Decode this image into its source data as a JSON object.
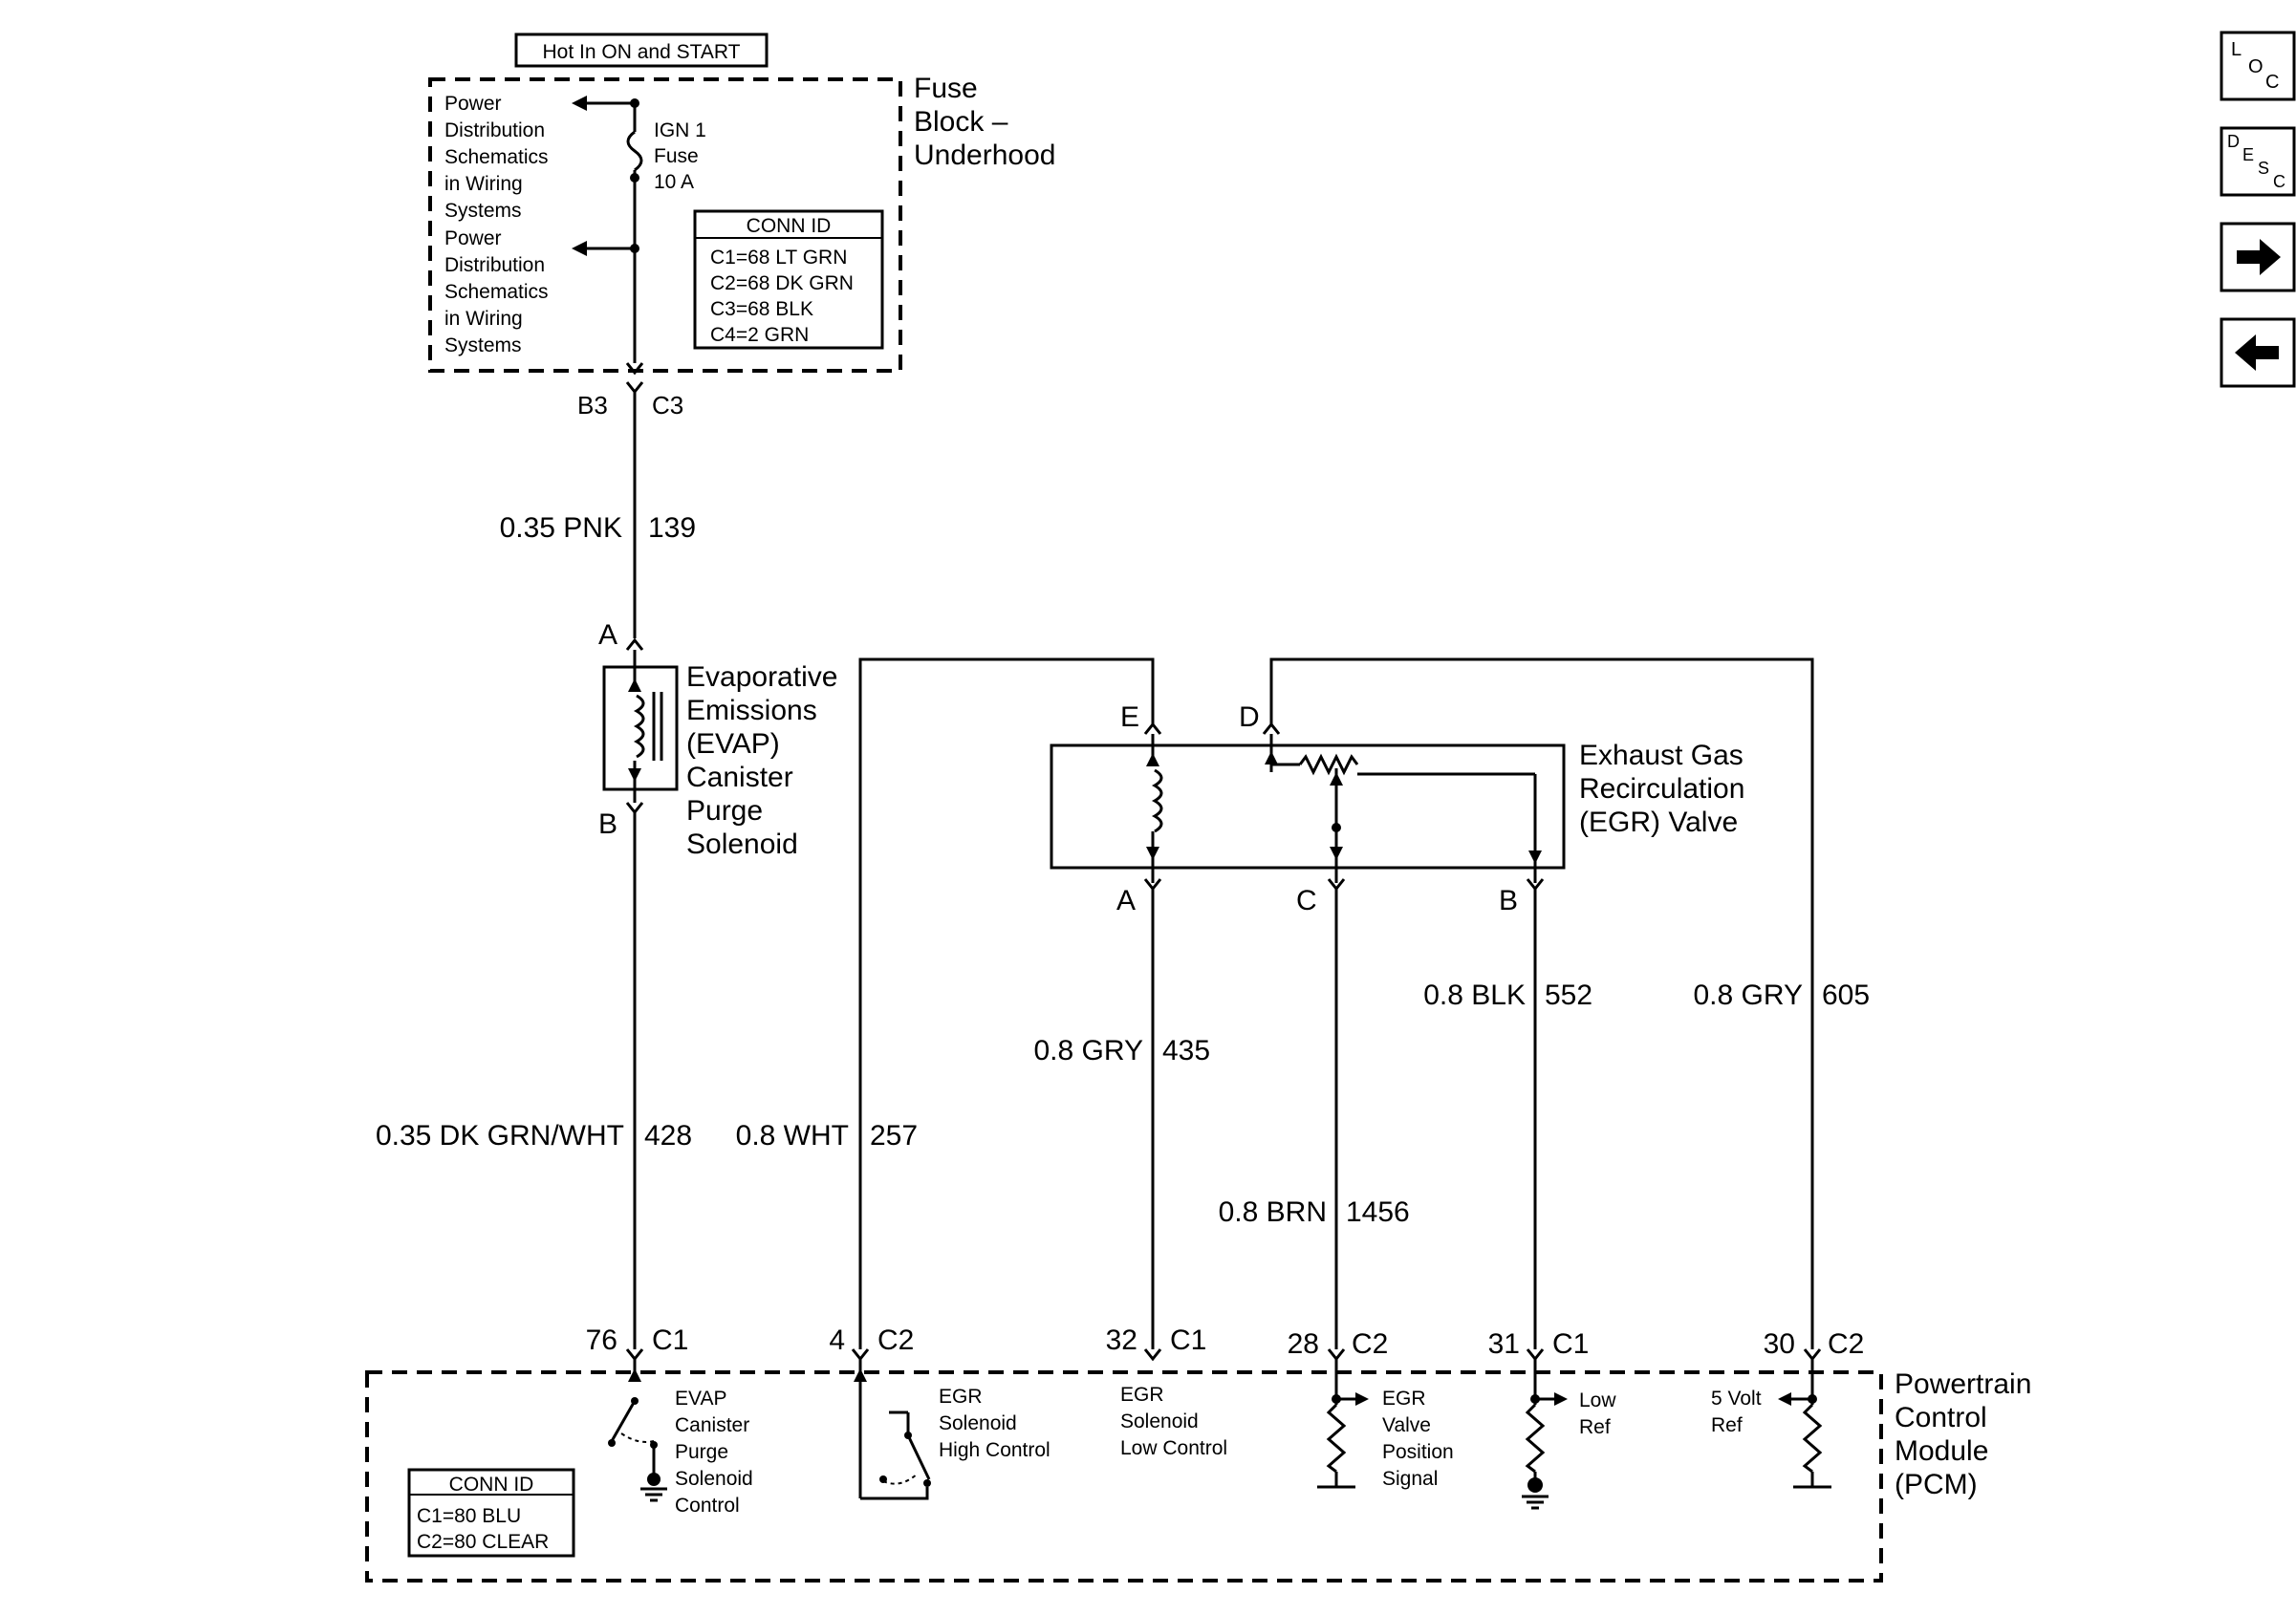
{
  "fuse_block": {
    "hot_label": "Hot In ON and START",
    "title_lines": [
      "Fuse",
      "Block –",
      "Underhood"
    ],
    "pd_top_lines": [
      "Power",
      "Distribution",
      "Schematics",
      "in Wiring",
      "Systems"
    ],
    "pd_bottom_lines": [
      "Power",
      "Distribution",
      "Schematics",
      "in Wiring",
      "Systems"
    ],
    "fuse_lines": [
      "IGN 1",
      "Fuse",
      "10 A"
    ],
    "conn_id": {
      "header": "CONN ID",
      "rows": [
        "C1=68 LT GRN",
        "C2=68 DK GRN",
        "C3=68 BLK",
        "C4=2 GRN"
      ]
    },
    "out_pin": "B3",
    "out_conn": "C3"
  },
  "wires": {
    "w139": {
      "gauge_color": "0.35 PNK",
      "circuit": "139"
    },
    "w428": {
      "gauge_color": "0.35 DK GRN/WHT",
      "circuit": "428"
    },
    "w257": {
      "gauge_color": "0.8 WHT",
      "circuit": "257"
    },
    "w435": {
      "gauge_color": "0.8 GRY",
      "circuit": "435"
    },
    "w1456": {
      "gauge_color": "0.8 BRN",
      "circuit": "1456"
    },
    "w552": {
      "gauge_color": "0.8 BLK",
      "circuit": "552"
    },
    "w605": {
      "gauge_color": "0.8 GRY",
      "circuit": "605"
    }
  },
  "evap": {
    "title_lines": [
      "Evaporative",
      "Emissions",
      "(EVAP)",
      "Canister",
      "Purge",
      "Solenoid"
    ],
    "pin_a": "A",
    "pin_b": "B"
  },
  "egr": {
    "title_lines": [
      "Exhaust Gas",
      "Recirculation",
      "(EGR) Valve"
    ],
    "pin_e": "E",
    "pin_d": "D",
    "pin_a": "A",
    "pin_c": "C",
    "pin_b": "B"
  },
  "pcm": {
    "title_lines": [
      "Powertrain",
      "Control",
      "Module",
      "(PCM)"
    ],
    "pins": [
      {
        "num": "76",
        "conn": "C1"
      },
      {
        "num": "4",
        "conn": "C2"
      },
      {
        "num": "32",
        "conn": "C1"
      },
      {
        "num": "28",
        "conn": "C2"
      },
      {
        "num": "31",
        "conn": "C1"
      },
      {
        "num": "30",
        "conn": "C2"
      }
    ],
    "evap_ctrl_lines": [
      "EVAP",
      "Canister",
      "Purge",
      "Solenoid",
      "Control"
    ],
    "egr_high_lines": [
      "EGR",
      "Solenoid",
      "High Control"
    ],
    "egr_low_lines": [
      "EGR",
      "Solenoid",
      "Low Control"
    ],
    "egr_pos_lines": [
      "EGR",
      "Valve",
      "Position",
      "Signal"
    ],
    "low_ref_lines": [
      "Low",
      "Ref"
    ],
    "five_volt_lines": [
      "5 Volt",
      "Ref"
    ],
    "conn_id": {
      "header": "CONN ID",
      "rows": [
        "C1=80 BLU",
        "C2=80 CLEAR"
      ]
    }
  },
  "nav": {
    "loc": {
      "l": "L",
      "o": "O",
      "c": "C"
    },
    "desc": {
      "d": "D",
      "e": "E",
      "s": "S",
      "c": "C"
    },
    "next_icon": "arrow-right-icon",
    "prev_icon": "arrow-left-icon"
  }
}
